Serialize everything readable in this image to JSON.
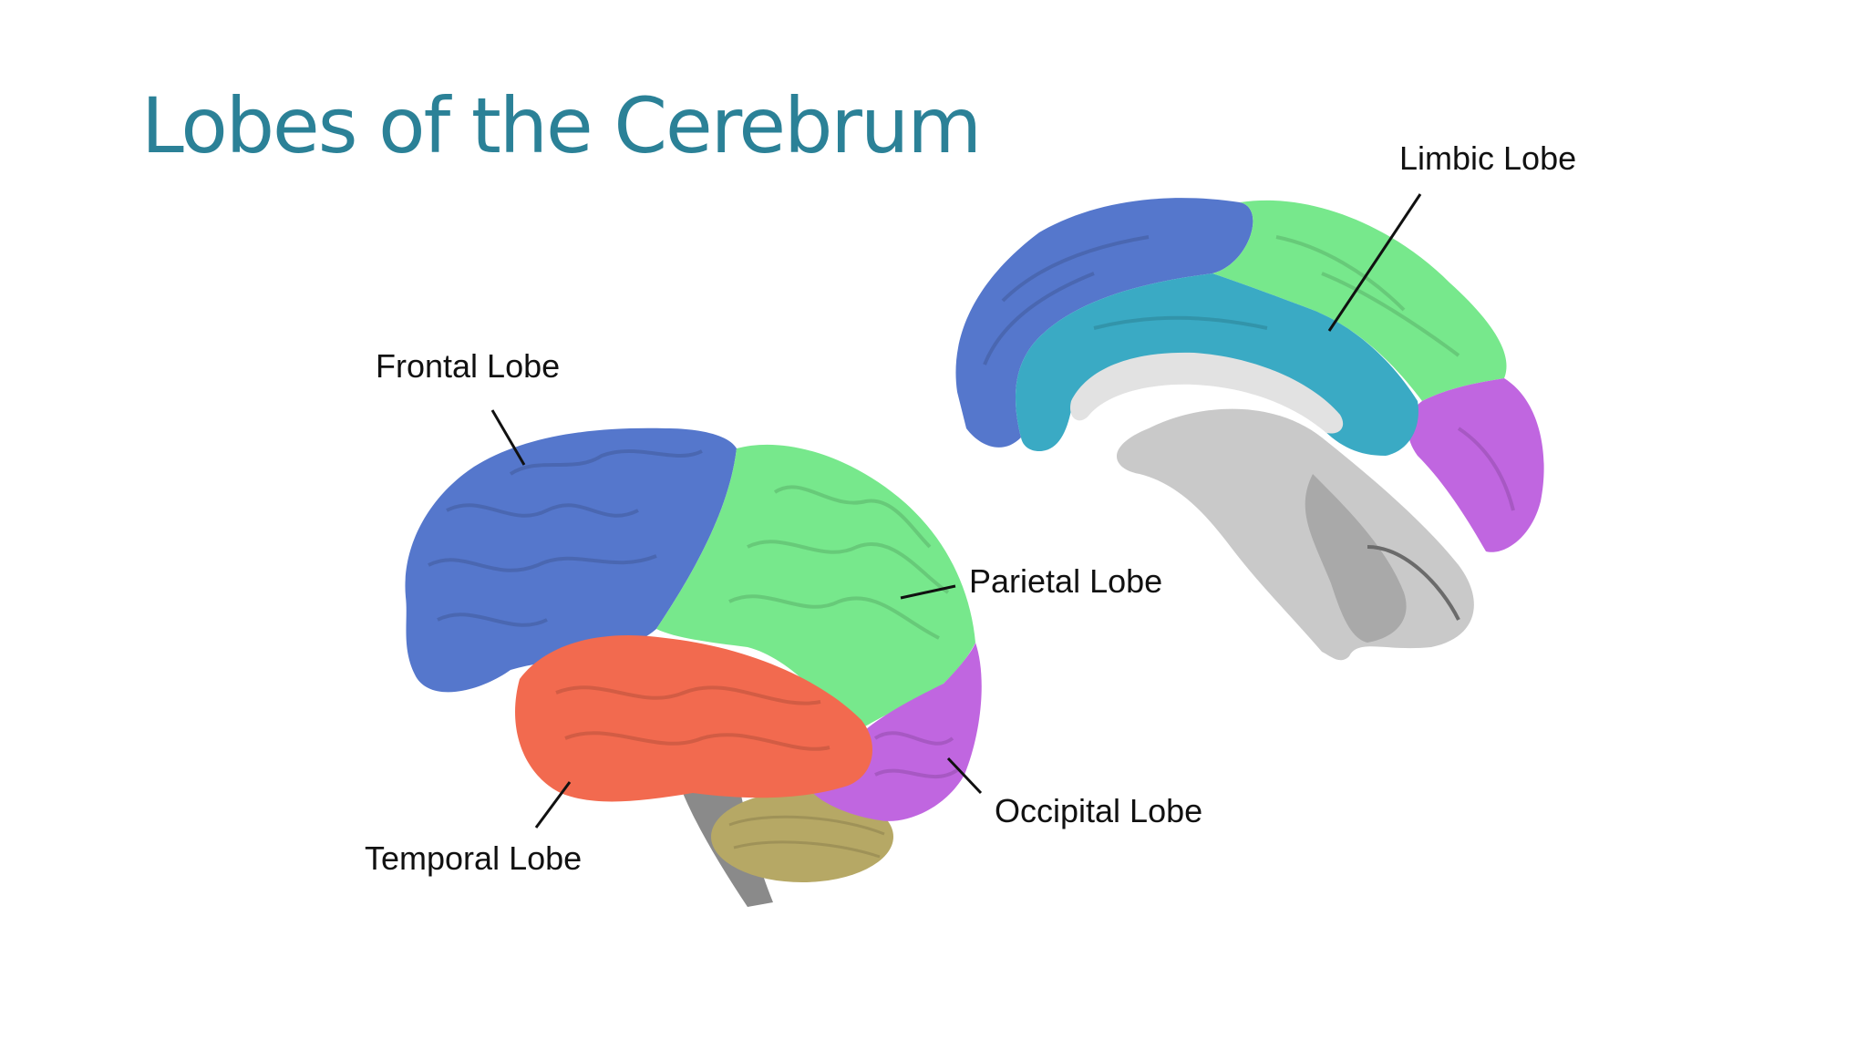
{
  "slide": {
    "title": "Lobes of the Cerebrum"
  },
  "labels": {
    "frontal": "Frontal Lobe",
    "parietal": "Parietal Lobe",
    "temporal": "Temporal Lobe",
    "occipital": "Occipital Lobe",
    "limbic": "Limbic Lobe"
  },
  "colors": {
    "title": "#2b8197",
    "frontal": "#5577cc",
    "parietal": "#77e88c",
    "temporal": "#f26a4f",
    "occipital": "#c066e0",
    "limbic": "#3aaac4",
    "cerebellum": "#b6a865",
    "brainstem": "#8a8a8a",
    "medial_gray": "#c9c9c9"
  }
}
